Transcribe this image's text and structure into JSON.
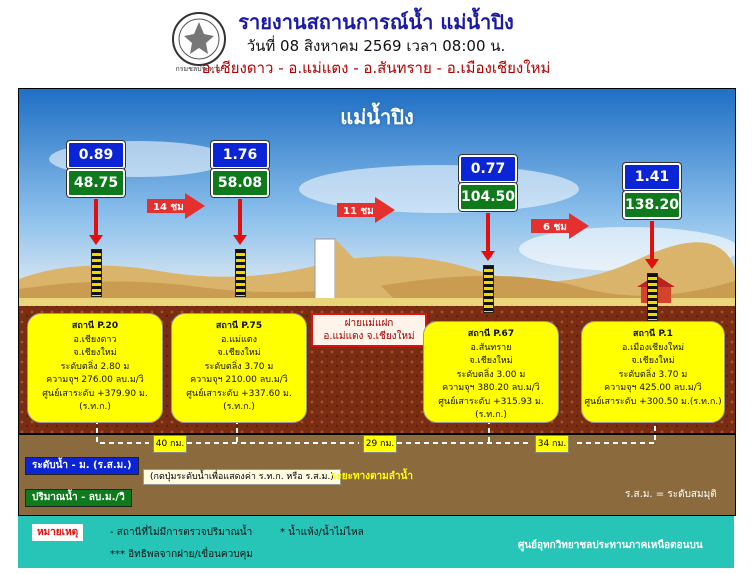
{
  "header": {
    "title": "รายงานสถานการณ์น้ำ แม่น้ำปิง",
    "date": "วันที่ 08 สิงหาคม 2569 เวลา 08:00 น.",
    "districts": "อ.เชียงดาว - อ.แม่แตง - อ.สันทราย - อ.เมืองเชียงใหม่",
    "seal_caption": "กรมชลประทาน"
  },
  "river_title": "แม่น้ำปิง",
  "stations": [
    {
      "level": "0.89",
      "flow": "48.75",
      "name": "สถานี P.20",
      "amphoe": "อ.เชียงดาว",
      "province": "จ.เชียงใหม่",
      "bank": "ระดับตลิ่ง 2.80 ม",
      "capacity": "ความจุฯ 276.00 ลบ.ม/วิ",
      "datum": "ศูนย์เสาระดับ +379.90 ม.(ร.ท.ก.)"
    },
    {
      "level": "1.76",
      "flow": "58.08",
      "name": "สถานี P.75",
      "amphoe": "อ.แม่แตง",
      "province": "จ.เชียงใหม่",
      "bank": "ระดับตลิ่ง 3.70 ม",
      "capacity": "ความจุฯ 210.00 ลบ.ม/วิ",
      "datum": "ศูนย์เสาระดับ +337.60 ม.(ร.ท.ก.)"
    },
    {
      "level": "0.77",
      "flow": "104.50",
      "name": "สถานี P.67",
      "amphoe": "อ.สันทราย",
      "province": "จ.เชียงใหม่",
      "bank": "ระดับตลิ่ง 3.00 ม",
      "capacity": "ความจุฯ 380.20 ลบ.ม/วิ",
      "datum": "ศูนย์เสาระดับ +315.93 ม.(ร.ท.ก.)"
    },
    {
      "level": "1.41",
      "flow": "138.20",
      "name": "สถานี P.1",
      "amphoe": "อ.เมืองเชียงใหม่",
      "province": "จ.เชียงใหม่",
      "bank": "ระดับตลิ่ง 3.70 ม",
      "capacity": "ความจุฯ 425.00 ลบ.ม/วิ",
      "datum": "ศูนย์เสาระดับ +300.50 ม.(ร.ท.ก.)"
    }
  ],
  "travel_times": [
    "14 ชม",
    "11 ชม",
    "6 ชม"
  ],
  "weir": {
    "line1": "ฝายแม่แฝก",
    "line2": "อ.แม่แตง จ.เชียงใหม่"
  },
  "distances": [
    "40 กม.",
    "29 กม.",
    "34 กม."
  ],
  "legend": {
    "level": "ระดับน้ำ - ม. (ร.ส.ม.)",
    "flow": "ปริมาณน้ำ - ลบ.ม./วิ",
    "conversion_note": "(กดปุ่มระดับน้ำเพื่อแสดงค่า ร.ท.ก. หรือ ร.ส.ม.)",
    "river_distance": "ระยะทางตามลำน้ำ",
    "rsm": "ร.ส.ม. = ระดับสมมุติ"
  },
  "remarks": {
    "label": "หมายเหตุ",
    "item1": "-   สถานีที่ไม่มีการตรวจปริมาณน้ำ",
    "item2": "*   น้ำแห้ง/น้ำไม่ไหล",
    "item3": "*** อิทธิพลจากฝาย/เขื่อนควบคุม",
    "agency": "ศูนย์อุทกวิทยาชลประทานภาคเหนือตอนบน"
  },
  "colors": {
    "level_badge": "#0b24d6",
    "flow_badge": "#0f7a1c",
    "info_box": "#ffff00",
    "arrow": "#e01010",
    "legend_bar": "#27c4b8"
  }
}
